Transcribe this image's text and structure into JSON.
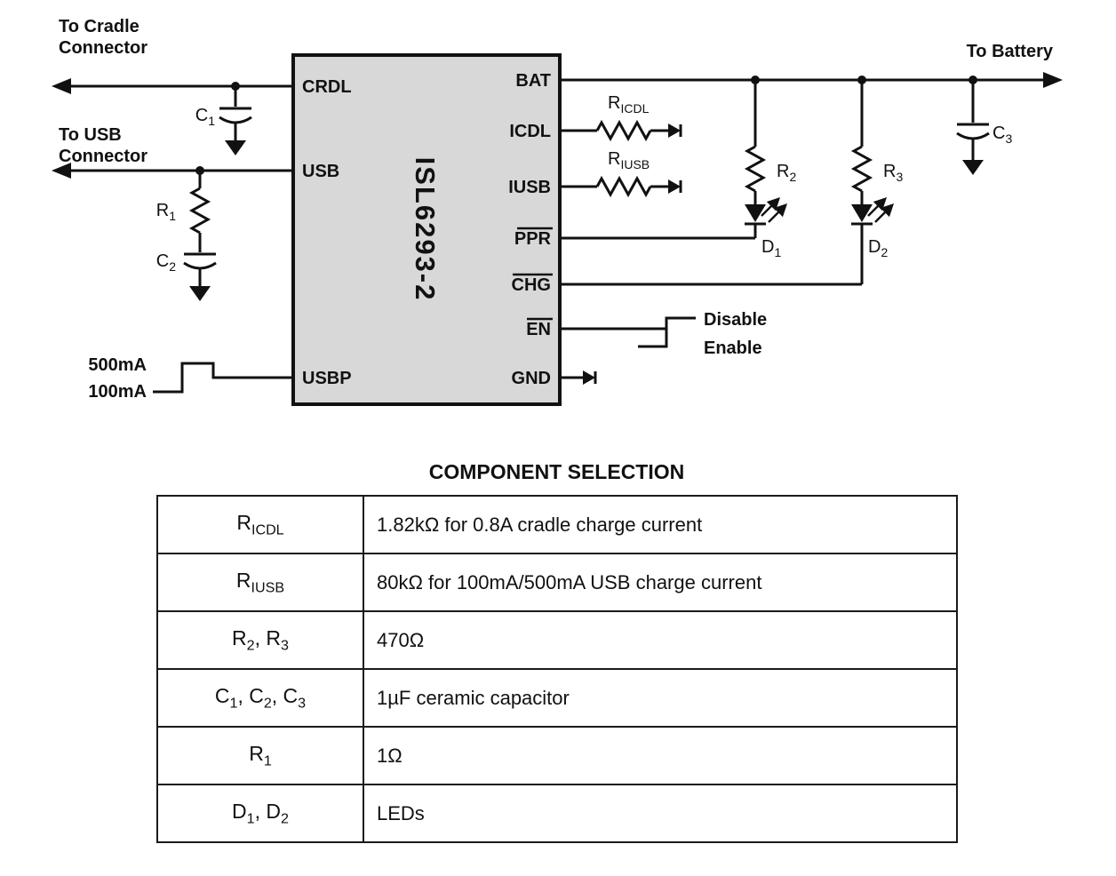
{
  "colors": {
    "ic_fill": "#d8d8d8",
    "line": "#111111",
    "background": "#ffffff"
  },
  "schematic": {
    "ic_name": "ISL6293-2",
    "pins_left": [
      "CRDL",
      "USB",
      "USBP"
    ],
    "pins_right": [
      "BAT",
      "ICDL",
      "IUSB",
      "PPR",
      "CHG",
      "EN",
      "GND"
    ],
    "labels": {
      "to_cradle_line1": "To Cradle",
      "to_cradle_line2": "Connector",
      "to_usb_line1": "To USB",
      "to_usb_line2": "Connector",
      "to_battery": "To Battery",
      "usbp_high": "500mA",
      "usbp_low": "100mA",
      "en_high": "Disable",
      "en_low": "Enable"
    },
    "components": {
      "c1": {
        "base": "C",
        "sub": "1"
      },
      "c2": {
        "base": "C",
        "sub": "2"
      },
      "c3": {
        "base": "C",
        "sub": "3"
      },
      "r1": {
        "base": "R",
        "sub": "1"
      },
      "r2": {
        "base": "R",
        "sub": "2"
      },
      "r3": {
        "base": "R",
        "sub": "3"
      },
      "d1": {
        "base": "D",
        "sub": "1"
      },
      "d2": {
        "base": "D",
        "sub": "2"
      },
      "ricdl": {
        "base": "R",
        "sub": "ICDL"
      },
      "riusb": {
        "base": "R",
        "sub": "IUSB"
      }
    }
  },
  "table": {
    "title": "COMPONENT SELECTION",
    "rows": [
      {
        "p0": "R",
        "s0": "ICDL",
        "value": "1.82kΩ for 0.8A cradle charge current"
      },
      {
        "p0": "R",
        "s0": "IUSB",
        "value": "80kΩ for 100mA/500mA USB charge current"
      },
      {
        "p0": "R",
        "s0": "2",
        "p1": ", R",
        "s1": "3",
        "value": "470Ω"
      },
      {
        "p0": "C",
        "s0": "1",
        "p1": ", C",
        "s1": "2",
        "p2": ", C",
        "s2": "3",
        "value": "1µF ceramic capacitor"
      },
      {
        "p0": "R",
        "s0": "1",
        "value": "1Ω"
      },
      {
        "p0": "D",
        "s0": "1",
        "p1": ", D",
        "s1": "2",
        "value": "LEDs"
      }
    ]
  }
}
